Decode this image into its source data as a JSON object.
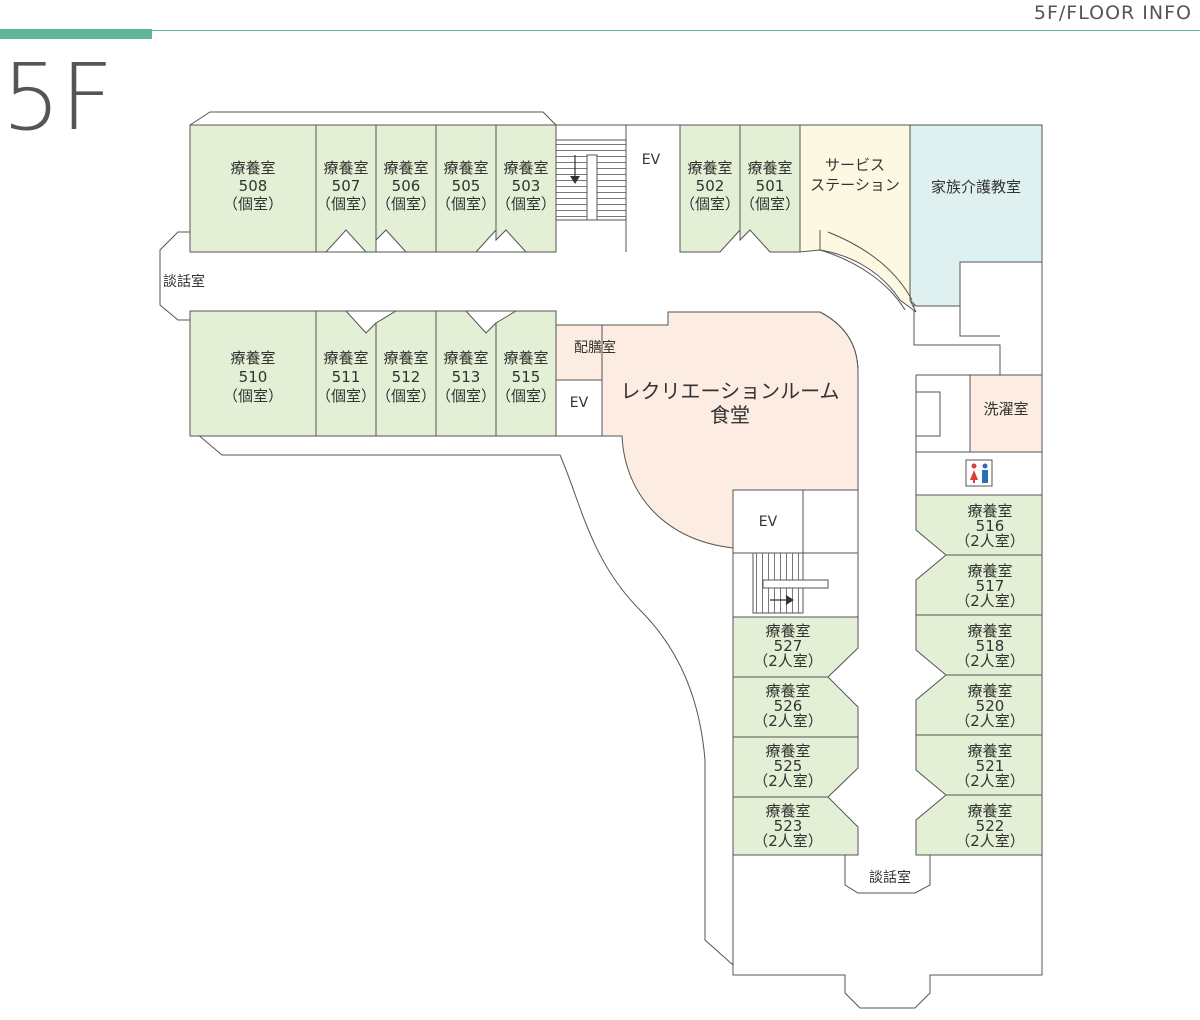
{
  "header": {
    "title": "5F/FLOOR INFO",
    "floor_label": "5F"
  },
  "colors": {
    "room": "#e3f0d5",
    "service": "#fdf8e2",
    "family": "#def0ef",
    "dining": "#fdece1",
    "line": "#555555",
    "accent": "#5fb59a"
  },
  "rooms": {
    "r508": {
      "name": "療養室",
      "number": "508",
      "type": "（個室）"
    },
    "r507": {
      "name": "療養室",
      "number": "507",
      "type": "（個室）"
    },
    "r506": {
      "name": "療養室",
      "number": "506",
      "type": "（個室）"
    },
    "r505": {
      "name": "療養室",
      "number": "505",
      "type": "（個室）"
    },
    "r503": {
      "name": "療養室",
      "number": "503",
      "type": "（個室）"
    },
    "r502": {
      "name": "療養室",
      "number": "502",
      "type": "（個室）"
    },
    "r501": {
      "name": "療養室",
      "number": "501",
      "type": "（個室）"
    },
    "r510": {
      "name": "療養室",
      "number": "510",
      "type": "（個室）"
    },
    "r511": {
      "name": "療養室",
      "number": "511",
      "type": "（個室）"
    },
    "r512": {
      "name": "療養室",
      "number": "512",
      "type": "（個室）"
    },
    "r513": {
      "name": "療養室",
      "number": "513",
      "type": "（個室）"
    },
    "r515": {
      "name": "療養室",
      "number": "515",
      "type": "（個室）"
    },
    "r516": {
      "name": "療養室",
      "number": "516",
      "type": "（2人室）"
    },
    "r517": {
      "name": "療養室",
      "number": "517",
      "type": "（2人室）"
    },
    "r518": {
      "name": "療養室",
      "number": "518",
      "type": "（2人室）"
    },
    "r520": {
      "name": "療養室",
      "number": "520",
      "type": "（2人室）"
    },
    "r521": {
      "name": "療養室",
      "number": "521",
      "type": "（2人室）"
    },
    "r522": {
      "name": "療養室",
      "number": "522",
      "type": "（2人室）"
    },
    "r527": {
      "name": "療養室",
      "number": "527",
      "type": "（2人室）"
    },
    "r526": {
      "name": "療養室",
      "number": "526",
      "type": "（2人室）"
    },
    "r525": {
      "name": "療養室",
      "number": "525",
      "type": "（2人室）"
    },
    "r523": {
      "name": "療養室",
      "number": "523",
      "type": "（2人室）"
    }
  },
  "facilities": {
    "service_line1": "サービス",
    "service_line2": "ステーション",
    "family": "家族介護教室",
    "dining_line1": "レクリエーションルーム",
    "dining_line2": "食堂",
    "pantry": "配膳室",
    "laundry": "洗濯室",
    "lounge_west": "談話室",
    "lounge_south": "談話室",
    "ev_north": "EV",
    "ev_center": "EV",
    "ev_east": "EV"
  }
}
